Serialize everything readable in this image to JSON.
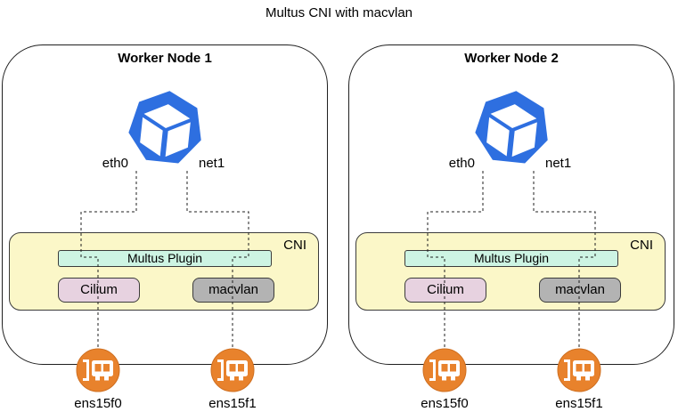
{
  "title": "Multus CNI with macvlan",
  "colors": {
    "pod_blue": "#2E6FE0",
    "cni_bg": "#FBF7C8",
    "multus_bg": "#CDF4E3",
    "cilium_bg": "#E7D2E0",
    "macvlan_bg": "#B3B3B3",
    "nic_orange": "#E8822C"
  },
  "nodes": [
    {
      "title": "Worker Node 1",
      "interfaces": {
        "eth0": "eth0",
        "net1": "net1"
      },
      "cni": {
        "label": "CNI",
        "multus": "Multus Plugin",
        "cilium": "Cilium",
        "macvlan": "macvlan"
      },
      "nics": {
        "nic0": "ens15f0",
        "nic1": "ens15f1"
      }
    },
    {
      "title": "Worker Node 2",
      "interfaces": {
        "eth0": "eth0",
        "net1": "net1"
      },
      "cni": {
        "label": "CNI",
        "multus": "Multus Plugin",
        "cilium": "Cilium",
        "macvlan": "macvlan"
      },
      "nics": {
        "nic0": "ens15f0",
        "nic1": "ens15f1"
      }
    }
  ]
}
